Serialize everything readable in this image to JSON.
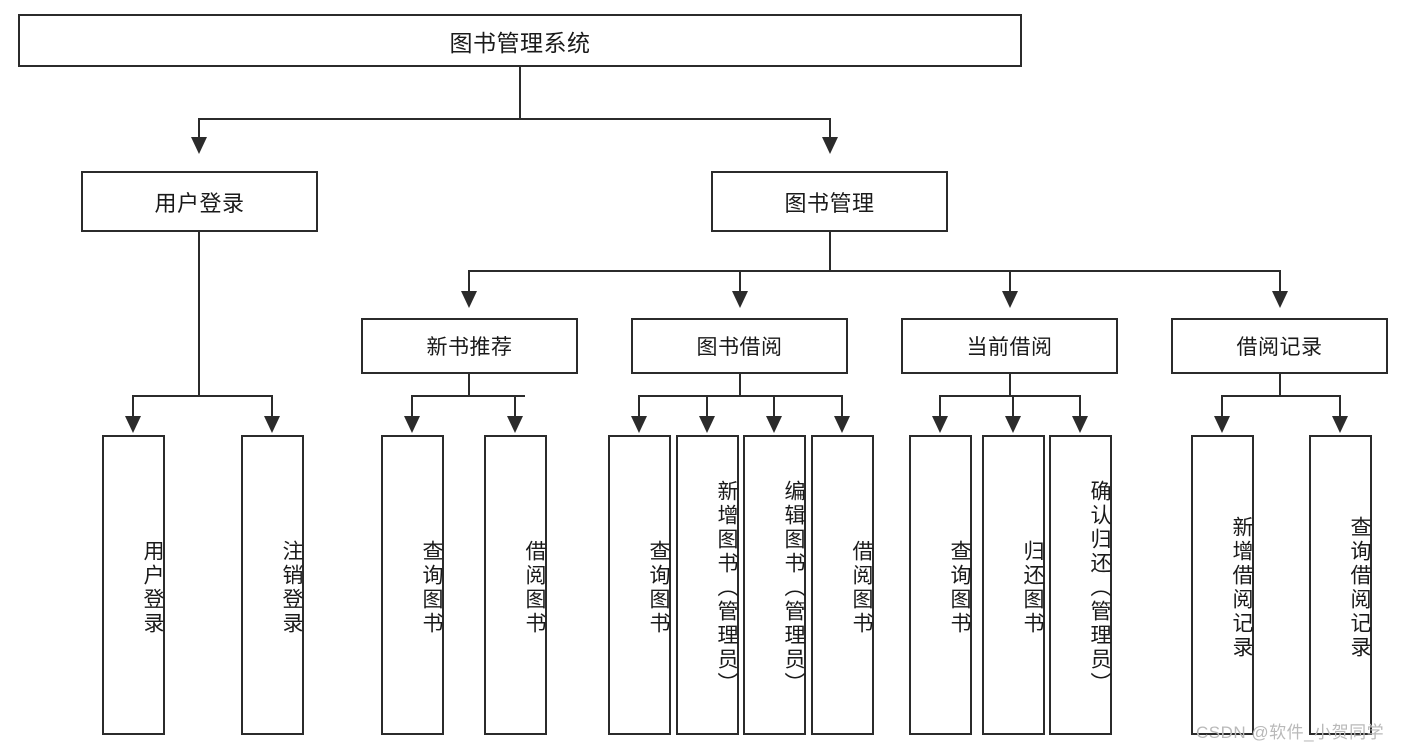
{
  "diagram": {
    "title": "图书管理系统",
    "watermark": "CSDN @软件_小贺同学",
    "line_color": "#2b2b2b",
    "box_fill": "#ffffff",
    "text_color": "#1a1a1a",
    "watermark_color": "#b9b9b9"
  },
  "nodes": {
    "root": {
      "label": "图书管理系统"
    },
    "level2": [
      {
        "label": "用户登录"
      },
      {
        "label": "图书管理"
      }
    ],
    "level3": [
      {
        "label": "新书推荐"
      },
      {
        "label": "图书借阅"
      },
      {
        "label": "当前借阅"
      },
      {
        "label": "借阅记录"
      }
    ],
    "leaves": [
      {
        "label": "用户登录"
      },
      {
        "label": "注销登录"
      },
      {
        "label": "查询图书"
      },
      {
        "label": "借阅图书"
      },
      {
        "label": "查询图书"
      },
      {
        "label": "新增图书（管理员）"
      },
      {
        "label": "编辑图书（管理员）"
      },
      {
        "label": "借阅图书"
      },
      {
        "label": "查询图书"
      },
      {
        "label": "归还图书"
      },
      {
        "label": "确认归还（管理员）"
      },
      {
        "label": "新增借阅记录"
      },
      {
        "label": "查询借阅记录"
      }
    ]
  }
}
